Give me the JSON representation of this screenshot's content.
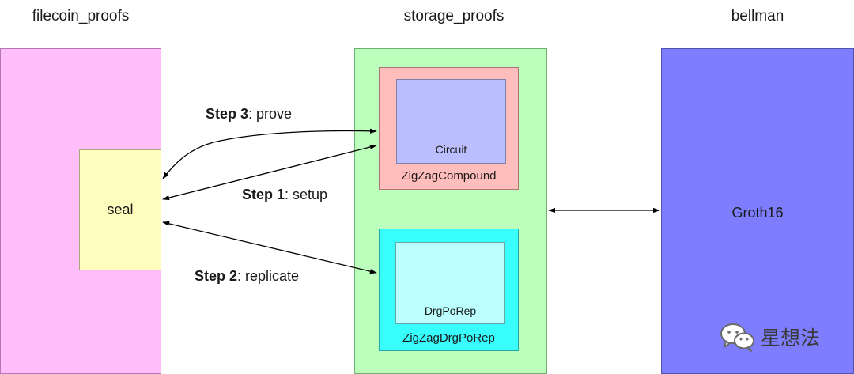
{
  "columns": {
    "filecoin_title": "filecoin_proofs",
    "storage_title": "storage_proofs",
    "bellman_title": "bellman"
  },
  "nodes": {
    "seal": "seal",
    "zigzag_compound": "ZigZagCompound",
    "circuit": "Circuit",
    "zigzag_drg": "ZigZagDrgPoRep",
    "drg": "DrgPoRep",
    "groth": "Groth16"
  },
  "steps": {
    "step3_bold": "Step 3",
    "step3_rest": ": prove",
    "step1_bold": "Step 1",
    "step1_rest": ": setup",
    "step2_bold": "Step 2",
    "step2_rest": ": replicate"
  },
  "watermark": {
    "text": "星想法",
    "icon": "wechat-logo-icon"
  },
  "colors": {
    "filecoin": "#ffbdfc",
    "seal": "#fffdbe",
    "storage": "#bcffbd",
    "zigzag_compound": "#ffbdbb",
    "circuit": "#bbbfff",
    "zigzag_drg": "#38fffe",
    "drg": "#bcffff",
    "bellman": "#7d7dfe",
    "arrow": "#000000"
  }
}
